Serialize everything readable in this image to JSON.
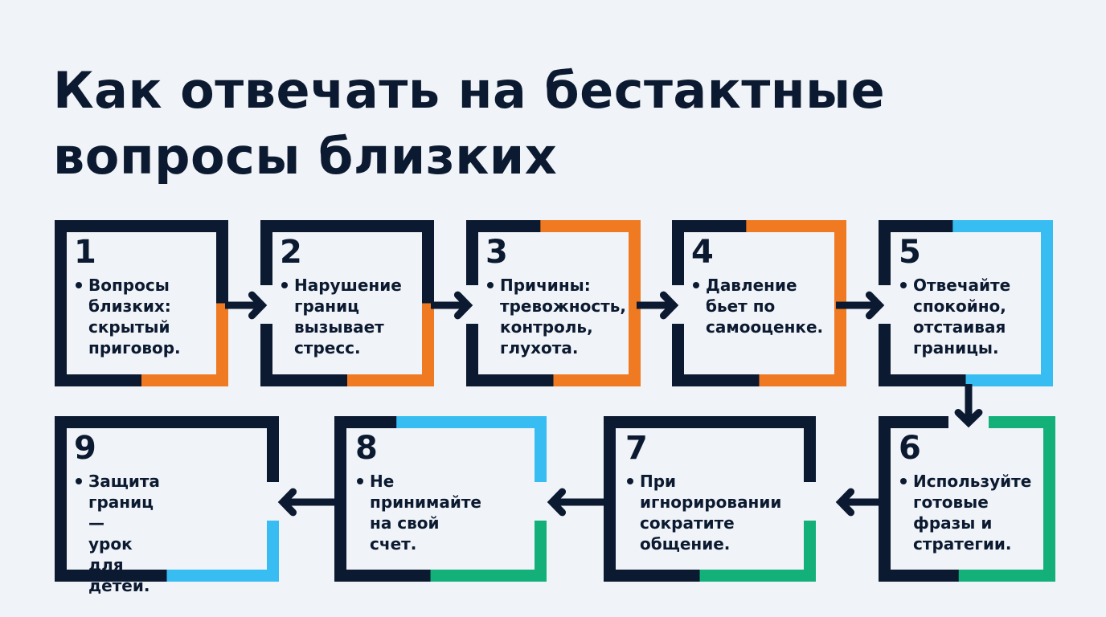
{
  "title": "Как отвечать на бестактные\nвопросы близких",
  "colors": {
    "dark": "#0b1a30",
    "orange": "#f07a22",
    "blue": "#38bdf2",
    "green": "#14b07a",
    "background": "#f0f3f7"
  },
  "steps": [
    {
      "number": "1",
      "text": "Вопросы\nблизких:\nскрытый\nприговор.",
      "accent": "orange"
    },
    {
      "number": "2",
      "text": "Нарушение\nграниц\nвызывает\nстресс.",
      "accent": "orange"
    },
    {
      "number": "3",
      "text": "Причины:\nтревожность,\nконтроль,\nглухота.",
      "accent": "orange"
    },
    {
      "number": "4",
      "text": "Давление\nбьет по\nсамооценке.",
      "accent": "orange"
    },
    {
      "number": "5",
      "text": "Отвечайте\nспокойно,\nотстаивая\nграницы.",
      "accent": "blue"
    },
    {
      "number": "6",
      "text": "Используйте\nготовые\nфразы и\nстратегии.",
      "accent": "green"
    },
    {
      "number": "7",
      "text": "При\nигнорировании\nсократите\nобщение.",
      "accent": "green"
    },
    {
      "number": "8",
      "text": "Не\nпринимайте\nна свой счет.",
      "accent": "blue"
    },
    {
      "number": "9",
      "text": "Защита\nграниц —\nурок для\nдетей.",
      "accent": "blue"
    }
  ]
}
